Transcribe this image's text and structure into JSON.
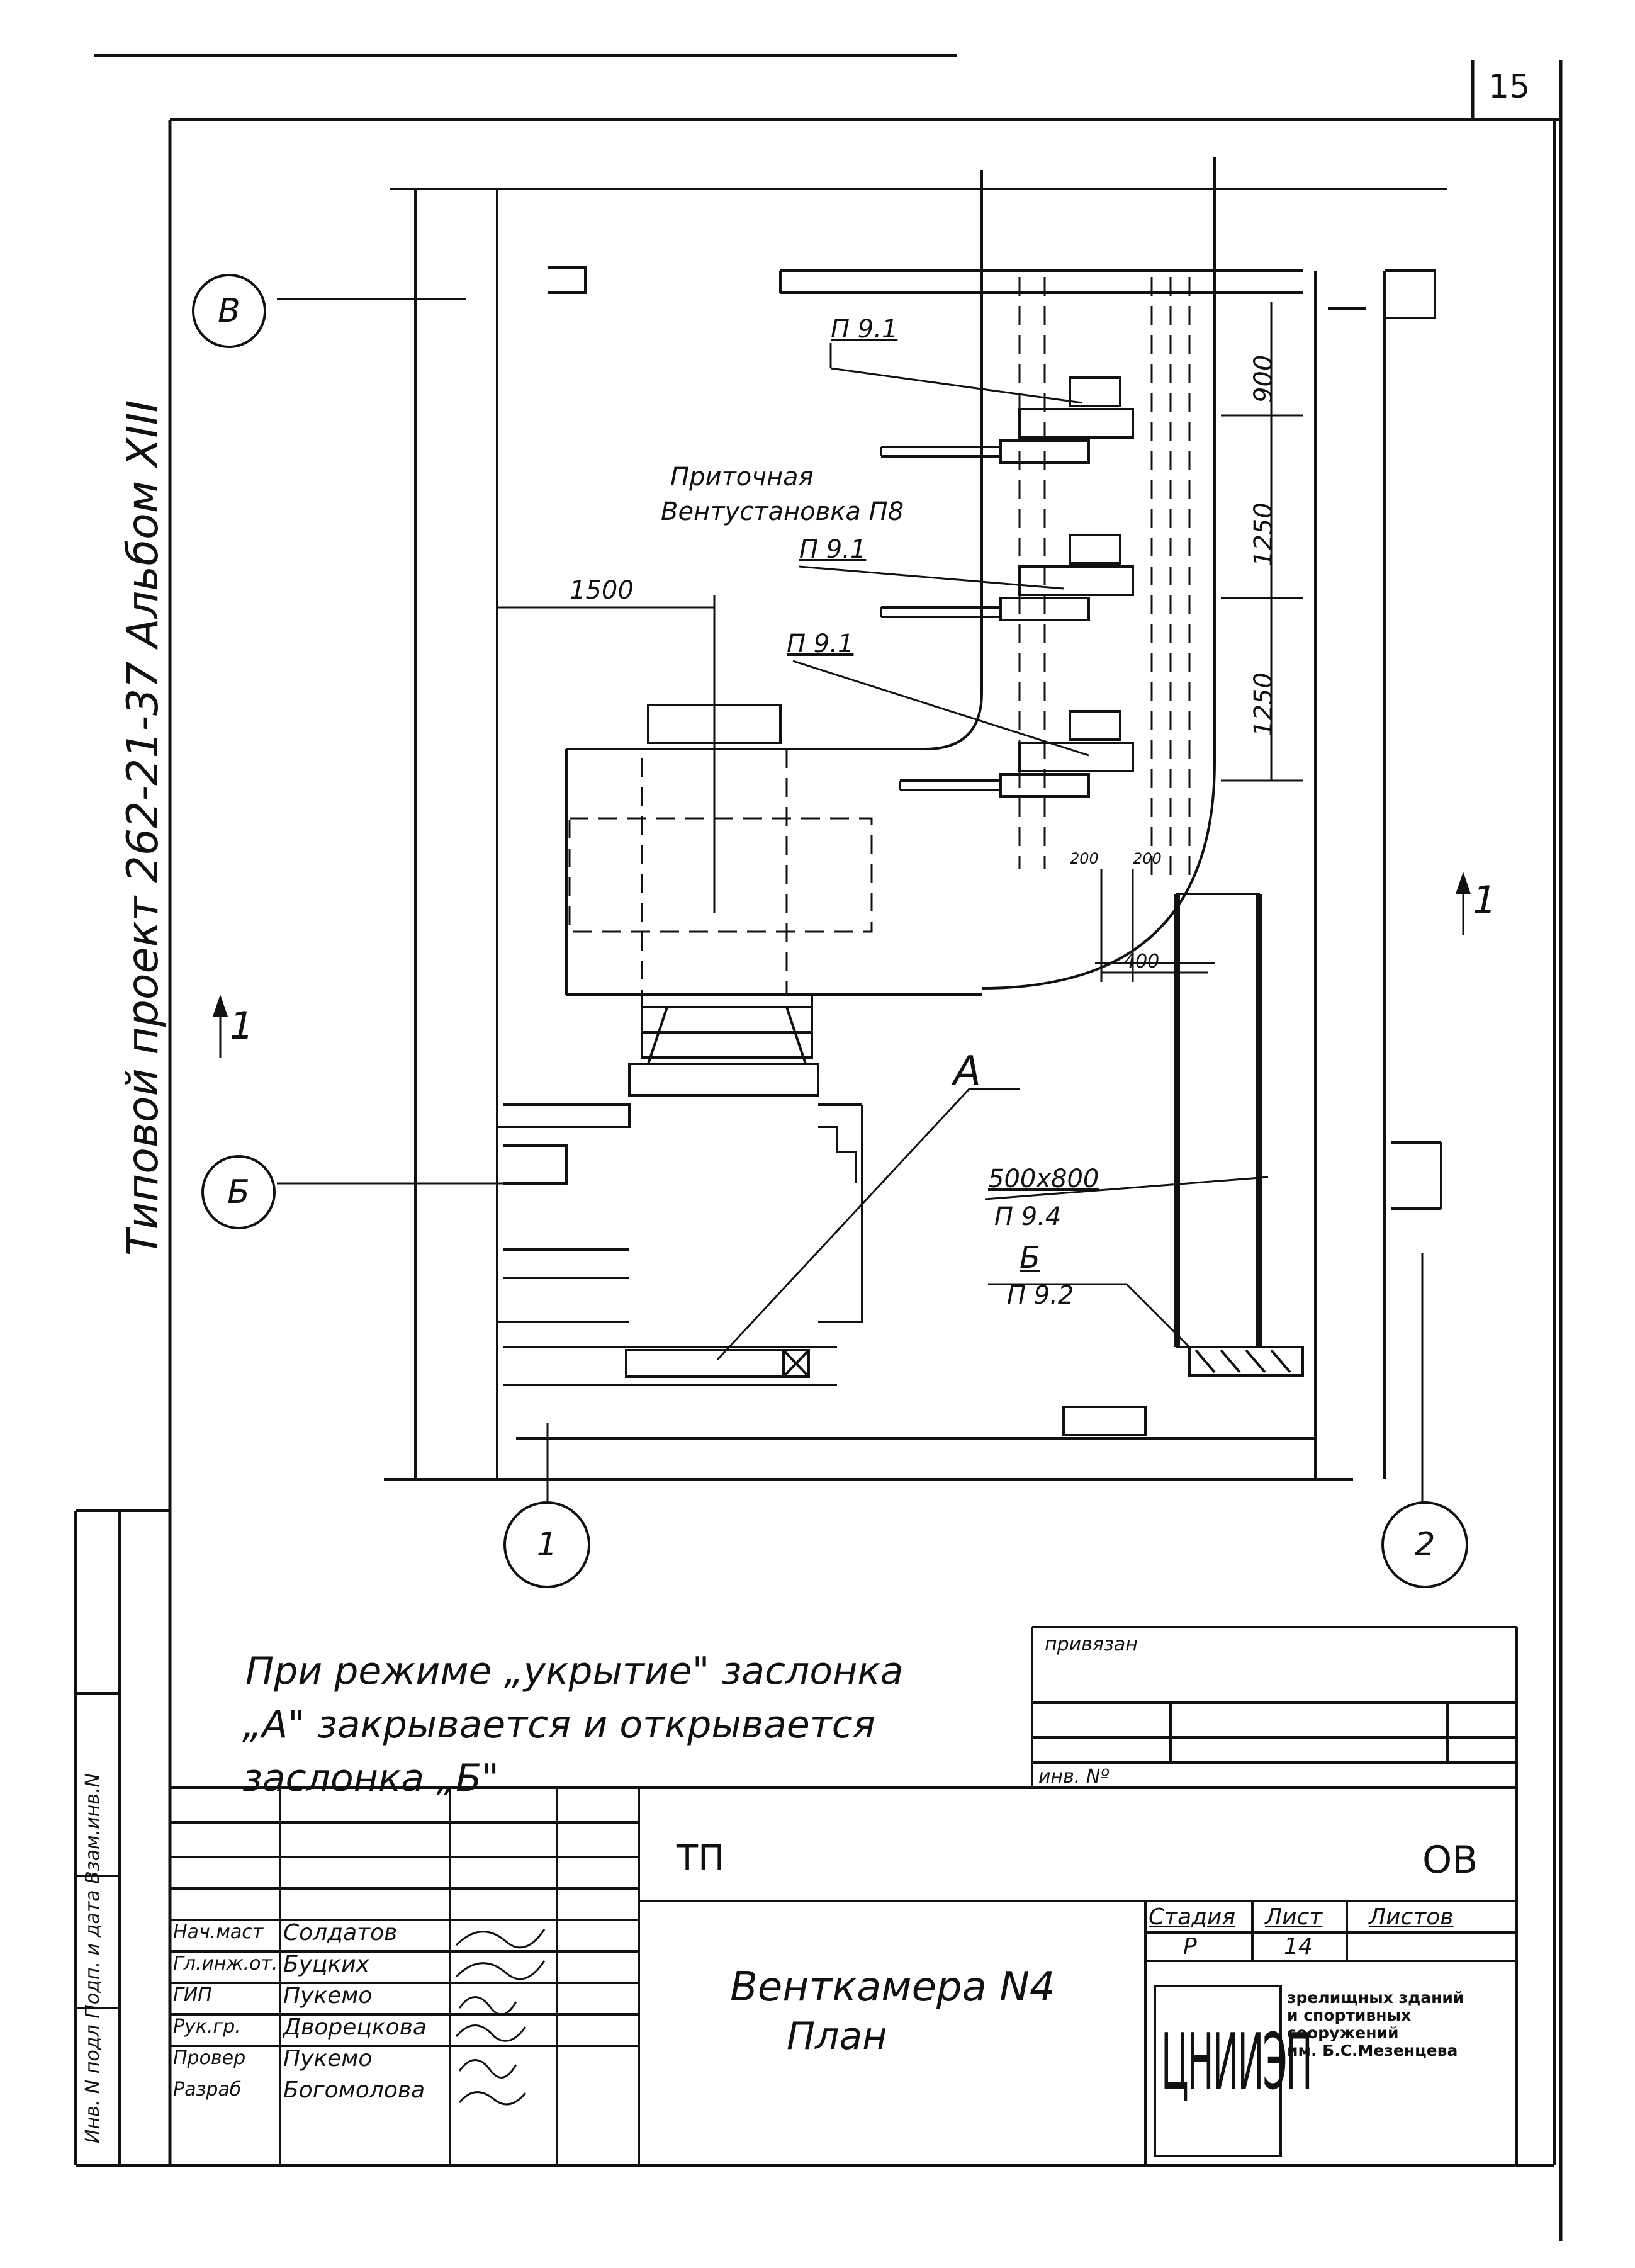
{
  "page_number": "15",
  "side_labels": {
    "project": "Типовой проект 262-21-37 Альбом XIII",
    "inventory": "Инв. N подл Подп. и дата Взам.инв.N"
  },
  "grid_axes": {
    "b_top": "В",
    "b_mid": "Б",
    "col_1": "1",
    "col_2": "2"
  },
  "section_marks": {
    "left": "1",
    "right": "1"
  },
  "plan_labels": {
    "unit_ref_1": "П 9.1",
    "unit_title_1": "Приточная",
    "unit_title_2": "Вентустановка П8",
    "unit_ref_2": "П 9.1",
    "unit_ref_3": "П 9.1",
    "damper_a": "А",
    "duct_size": "500х800",
    "duct_ref": "П 9.4",
    "damper_b": "Б",
    "damper_b_ref": "П 9.2"
  },
  "dimensions": {
    "d1500": "1500",
    "d900": "900",
    "d1250a": "1250",
    "d1250b": "1250",
    "d200a": "200",
    "d200b": "200",
    "d400": "400"
  },
  "note": {
    "line1": "При режиме „укрытие\" заслонка",
    "line2": "„А\" закрывается и открывается",
    "line3": "заслонка „Б\""
  },
  "binding_block": {
    "title": "привязан",
    "inv": "инв. Nº"
  },
  "title_block": {
    "code_left": "ТП",
    "code_right": "ОВ",
    "drawing_title_1": "Венткамера N4",
    "drawing_title_2": "План",
    "stage_header": "Стадия",
    "sheet_header": "Лист",
    "sheets_header": "Листов",
    "stage_value": "Р",
    "sheet_value": "14",
    "sheets_value": "",
    "institute_logo": "ЦНИИЭП",
    "institute_text": [
      "зрелищных зданий",
      "и спортивных",
      "сооружений",
      "им. Б.С.Мезенцева"
    ],
    "staff": [
      {
        "role": "Нач.маст",
        "name": "Солдатов"
      },
      {
        "role": "Гл.инж.от.",
        "name": "Буцких"
      },
      {
        "role": "ГИП",
        "name": "Пукемо"
      },
      {
        "role": "Рук.гр.",
        "name": "Дворецкова"
      },
      {
        "role": "Провер",
        "name": "Пукемо"
      },
      {
        "role": "Разраб",
        "name": "Богомолова"
      }
    ]
  }
}
